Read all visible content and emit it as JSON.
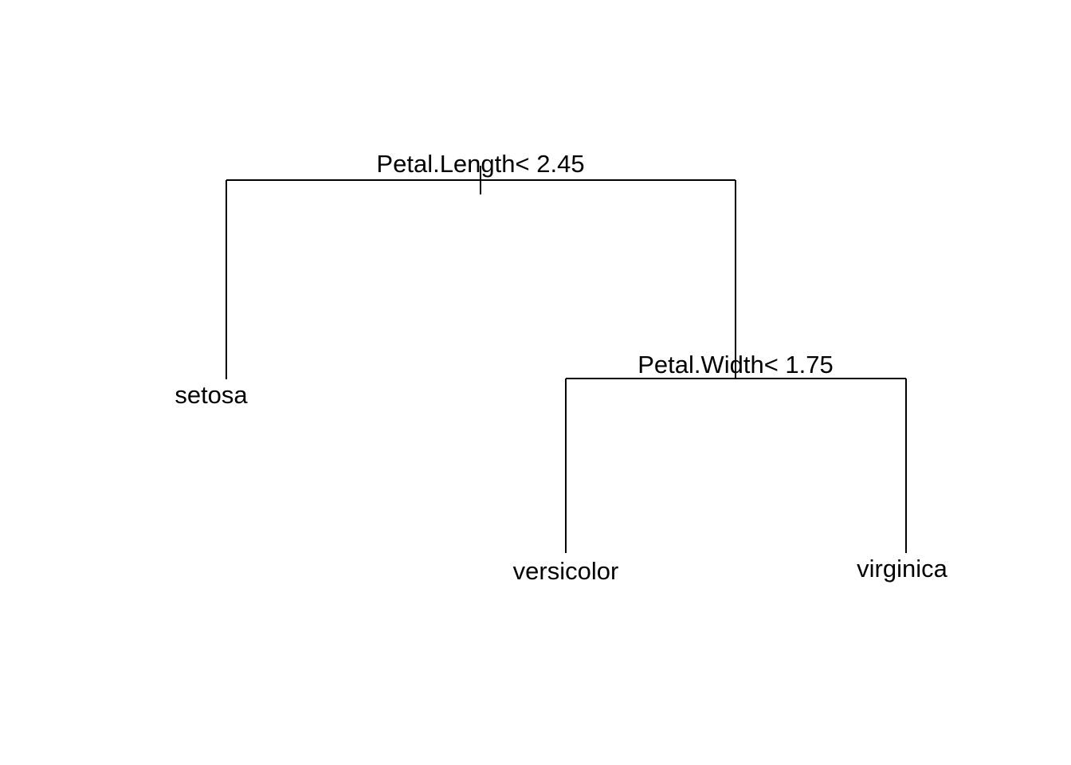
{
  "tree": {
    "root": {
      "split_label": "Petal.Length< 2.45",
      "left": {
        "leaf_label": "setosa"
      },
      "right": {
        "split_label": "Petal.Width< 1.75",
        "left": {
          "leaf_label": "versicolor"
        },
        "right": {
          "leaf_label": "virginica"
        }
      }
    }
  },
  "colors": {
    "line": "#000000",
    "text": "#000000",
    "background": "#ffffff"
  }
}
